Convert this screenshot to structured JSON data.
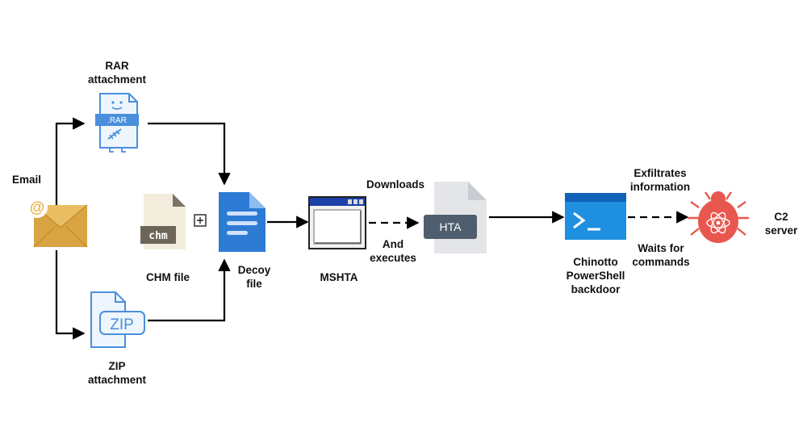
{
  "nodes": {
    "email": {
      "label": "Email"
    },
    "rar": {
      "label_line1": "RAR",
      "label_line2": "attachment",
      "badge": ".RAR"
    },
    "zip": {
      "label_line1": "ZIP",
      "label_line2": "attachment",
      "badge": "ZIP"
    },
    "chm": {
      "label": "CHM file",
      "badge": "chm"
    },
    "decoy": {
      "label_line1": "Decoy",
      "label_line2": "file"
    },
    "mshta": {
      "label": "MSHTA"
    },
    "hta": {
      "badge": "HTA"
    },
    "backdoor": {
      "label_line1": "Chinotto",
      "label_line2": "PowerShell",
      "label_line3": "backdoor"
    },
    "c2": {
      "label_line1": "C2",
      "label_line2": "server"
    }
  },
  "edges": {
    "downloads": "Downloads",
    "and_executes_1": "And",
    "and_executes_2": "executes",
    "exfiltrates_1": "Exfiltrates",
    "exfiltrates_2": "information",
    "waits_1": "Waits for",
    "waits_2": "commands"
  },
  "icons": {
    "email": "email-envelope-icon",
    "rar": "rar-file-icon",
    "zip": "zip-file-icon",
    "chm": "chm-file-icon",
    "plus": "plus-box-icon",
    "decoy": "document-icon",
    "mshta": "app-window-icon",
    "hta": "hta-file-icon",
    "backdoor": "terminal-icon",
    "c2": "bug-icon"
  },
  "colors": {
    "blue_icon": "#4a8fdc",
    "doc_blue": "#2e7bd6",
    "email_gold": "#d9a441",
    "chm_beige": "#f2ecdc",
    "hta_gray": "#e3e5e8",
    "hta_badge": "#4f5e6e",
    "terminal_blue": "#1f8fe0",
    "bug_red": "#e8574e"
  }
}
